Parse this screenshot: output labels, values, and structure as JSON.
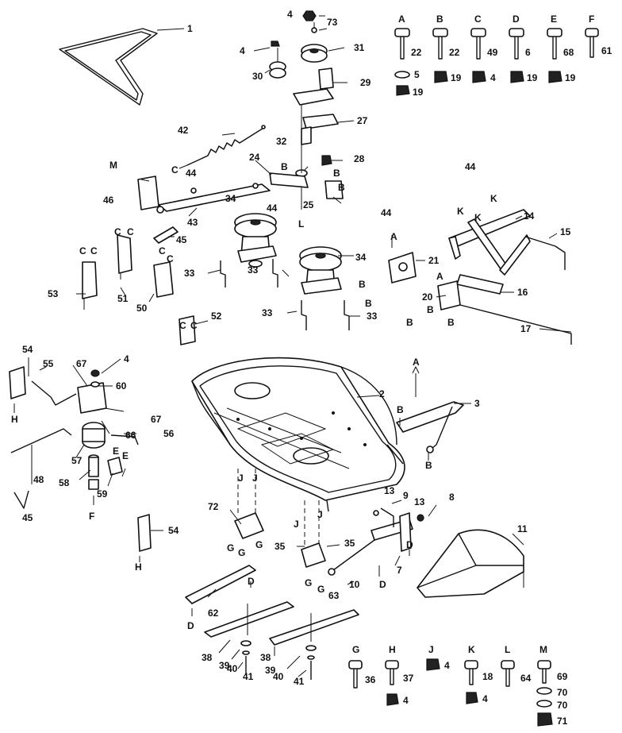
{
  "callouts": {
    "c1": "1",
    "c2": "2",
    "c3": "3",
    "c4a": "4",
    "c4b": "4",
    "c4c": "4",
    "c7": "7",
    "c8": "8",
    "c9": "9",
    "c10": "10",
    "c11": "11",
    "c13a": "13",
    "c13b": "13",
    "c14": "14",
    "c15": "15",
    "c16": "16",
    "c17": "17",
    "c20": "20",
    "c21": "21",
    "c24": "24",
    "c25": "25",
    "c27": "27",
    "c28": "28",
    "c29": "29",
    "c30": "30",
    "c31": "31",
    "c32": "32",
    "c33a": "33",
    "c33b": "33",
    "c33c": "33",
    "c33d": "33",
    "c34a": "34",
    "c34b": "34",
    "c35a": "35",
    "c35b": "35",
    "c38a": "38",
    "c38b": "38",
    "c39a": "39",
    "c39b": "39",
    "c40a": "40",
    "c40b": "40",
    "c41a": "41",
    "c41b": "41",
    "c42": "42",
    "c43": "43",
    "c44a": "44",
    "c44b": "44",
    "c44c": "44",
    "c44d": "44",
    "c45a": "45",
    "c45b": "45",
    "c46": "46",
    "c48": "48",
    "c50": "50",
    "c51": "51",
    "c52": "52",
    "c53": "53",
    "c54a": "54",
    "c54b": "54",
    "c55": "55",
    "c56": "56",
    "c57": "57",
    "c58": "58",
    "c59": "59",
    "c60": "60",
    "c62": "62",
    "c63": "63",
    "c66": "66",
    "c67a": "67",
    "c67b": "67",
    "c72": "72",
    "c73": "73"
  },
  "hardware_key": {
    "A": {
      "letter": "A",
      "bolt": "22",
      "washer": "5",
      "nut": "19"
    },
    "B": {
      "letter": "B",
      "bolt": "22",
      "nut": "19"
    },
    "C": {
      "letter": "C",
      "bolt": "49",
      "nut": "4"
    },
    "D": {
      "letter": "D",
      "bolt": "6",
      "nut": "19"
    },
    "E": {
      "letter": "E",
      "bolt": "68",
      "nut": "19"
    },
    "F": {
      "letter": "F",
      "bolt": "61"
    },
    "G": {
      "letter": "G",
      "bolt": "36"
    },
    "H": {
      "letter": "H",
      "bolt": "37",
      "nut": "4"
    },
    "J": {
      "letter": "J",
      "nut": "4"
    },
    "K": {
      "letter": "K",
      "bolt": "18",
      "nut": "4"
    },
    "L": {
      "letter": "L",
      "bolt": "64"
    },
    "M": {
      "letter": "M",
      "bolt": "69",
      "washer1": "70",
      "washer2": "70",
      "nut": "71"
    }
  },
  "attach_letters": {
    "a1": "A",
    "a2": "A",
    "a3": "A",
    "b1": "B",
    "b2": "B",
    "b3": "B",
    "b4": "B",
    "b5": "B",
    "b6": "B",
    "b7": "B",
    "b8": "B",
    "b9": "B",
    "b10": "B",
    "cc1": "C",
    "cc2": "C",
    "cc3": "C",
    "cc4": "C",
    "cc5": "C",
    "cc6": "C",
    "cc7": "C",
    "cc8": "C",
    "cc9": "C",
    "d1": "D",
    "d2": "D",
    "d3": "D",
    "d4": "D",
    "e1": "E",
    "e2": "E",
    "f1": "F",
    "g1": "G",
    "g2": "G",
    "g3": "G",
    "g4": "G",
    "g5": "G",
    "h1": "H",
    "h2": "H",
    "j1": "J",
    "j2": "J",
    "j3": "J",
    "j4": "J",
    "k1": "K",
    "k2": "K",
    "k3": "K",
    "l1": "L",
    "m1": "M"
  }
}
